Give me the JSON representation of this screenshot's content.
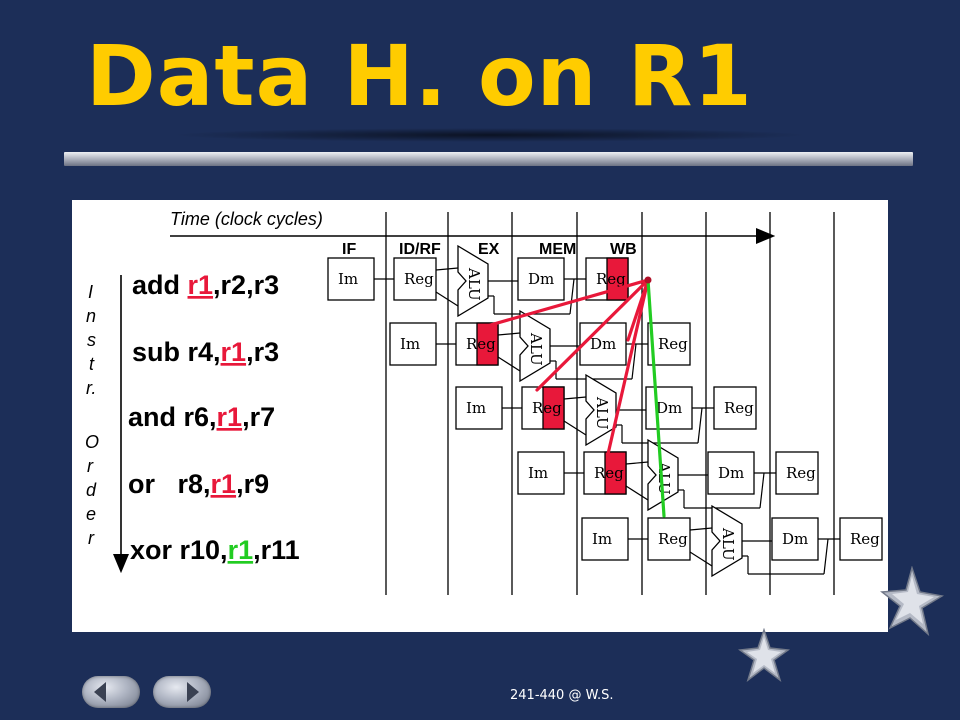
{
  "slide": {
    "title": "Data H. on R1",
    "footer": "241-440 @ W.S."
  },
  "navigation": {
    "prev_icon": "left-arrow-icon",
    "next_icon": "right-arrow-icon"
  },
  "diagram": {
    "time_label": "Time (clock cycles)",
    "stages": [
      "IF",
      "ID/RF",
      "EX",
      "MEM",
      "WB"
    ],
    "axis_label_letters": [
      "I",
      "n",
      "s",
      "t",
      "r.",
      "O",
      "r",
      "d",
      "e",
      "r"
    ],
    "box_labels": {
      "im": "Im",
      "reg": "Reg",
      "dm": "Dm",
      "alu": "ALU"
    },
    "instructions": [
      {
        "before": "add ",
        "reg": "r1",
        "after": ",r2,r3",
        "highlight": "#e8183a"
      },
      {
        "before": "sub r4,",
        "reg": "r1",
        "after": ",r3",
        "highlight": "#e8183a"
      },
      {
        "before": "and r6,",
        "reg": "r1",
        "after": ",r7",
        "highlight": "#e8183a"
      },
      {
        "before": "or   r8,",
        "reg": "r1",
        "after": ",r9",
        "highlight": "#e8183a"
      },
      {
        "before": "xor r10,",
        "reg": "r1",
        "after": ",r11",
        "highlight": "#22cc22"
      }
    ],
    "colors": {
      "hazard": "#e8183a",
      "forward_ok": "#22cc22",
      "reg_fill": "#e8183a"
    }
  }
}
